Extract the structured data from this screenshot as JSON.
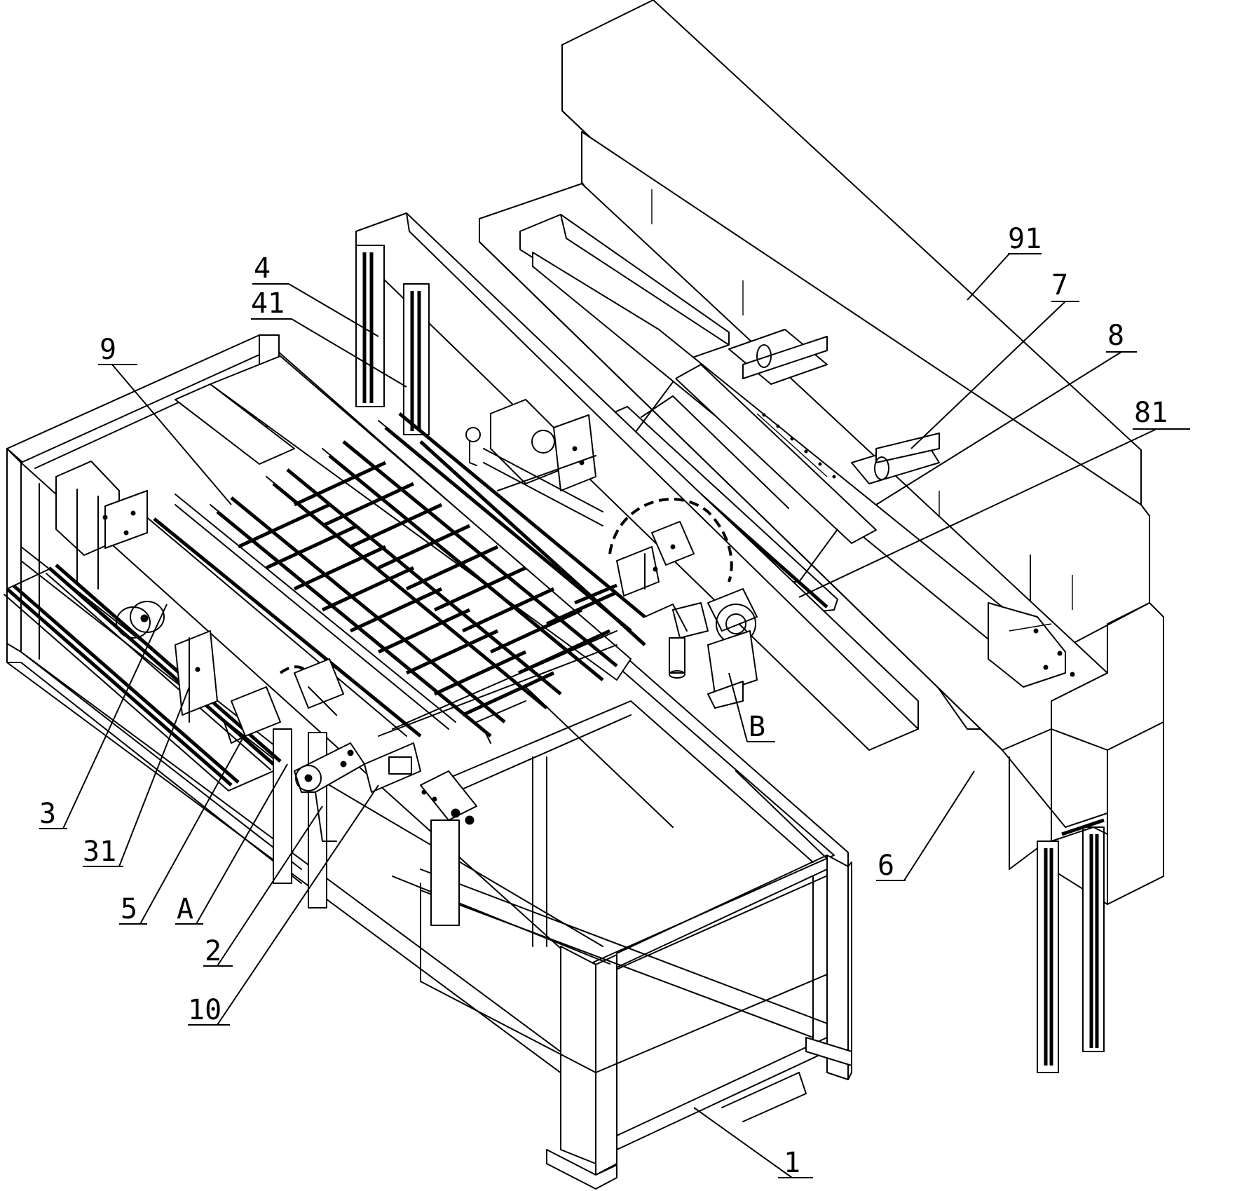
{
  "figure": {
    "labels": {
      "l1": "1",
      "l2": "2",
      "l3": "3",
      "l31": "31",
      "l4": "4",
      "l41": "41",
      "l5": "5",
      "l6": "6",
      "l7": "7",
      "l8": "8",
      "l81": "81",
      "l9": "9",
      "l91": "91",
      "l10": "10",
      "lA": "A",
      "lB": "B"
    },
    "line_color": "#000000",
    "background_color": "#ffffff"
  }
}
